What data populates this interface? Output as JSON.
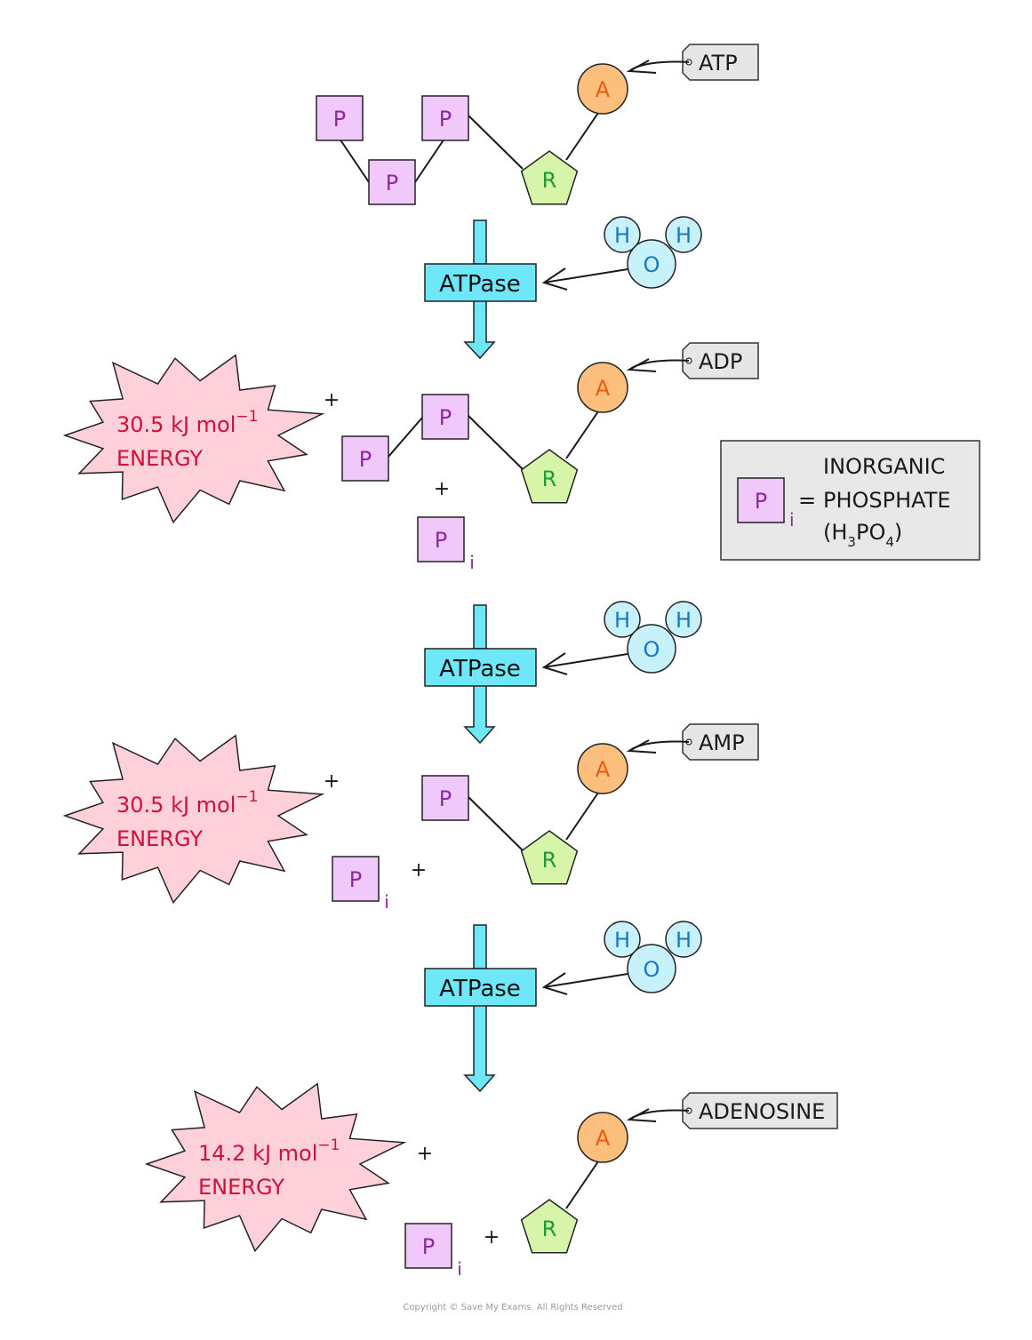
{
  "colors": {
    "phosphate_fill": "#f0c8fa",
    "phosphate_text": "#8a2aa0",
    "ribose_fill": "#d6f5a8",
    "ribose_text": "#1e9a3a",
    "adenine_fill": "#fdbf7e",
    "adenine_text": "#f05a10",
    "water_fill": "#c8f2fa",
    "water_text": "#1878c8",
    "enzyme_fill": "#6ee8f8",
    "energy_fill": "#fdd0da",
    "energy_text": "#d0103a",
    "tag_fill": "#e6e6e6",
    "legend_fill": "#e8e8e8"
  },
  "letters": {
    "phosphate": "P",
    "ribose": "R",
    "adenine": "A",
    "hydrogen": "H",
    "oxygen": "O",
    "inorganic_subscript": "i"
  },
  "plus": "+",
  "tags": {
    "atp": "ATP",
    "adp": "ADP",
    "amp": "AMP",
    "adenosine": "ADENOSINE"
  },
  "enzyme": "ATPase",
  "energy": [
    {
      "value": "30.5 kJ mol",
      "exponent": "−1",
      "label": "ENERGY"
    },
    {
      "value": "30.5 kJ mol",
      "exponent": "−1",
      "label": "ENERGY"
    },
    {
      "value": "14.2 kJ mol",
      "exponent": "−1",
      "label": "ENERGY"
    }
  ],
  "legend": {
    "symbol": "P",
    "subscript": "i",
    "equals": "=",
    "line1": "INORGANIC",
    "line2": "PHOSPHATE",
    "formula": {
      "open": "(H",
      "sub1": "3",
      "mid": "PO",
      "sub2": "4",
      "close": ")"
    }
  },
  "copyright": "Copyright © Save My Exams. All Rights Reserved"
}
